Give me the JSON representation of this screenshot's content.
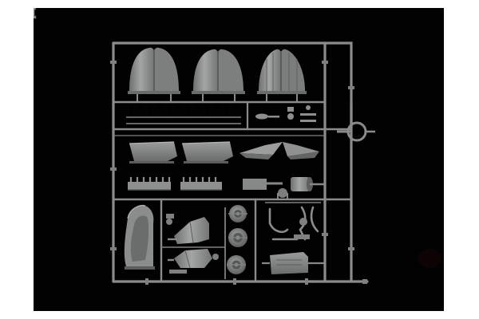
{
  "image": {
    "subject": "plastic-model-kit-sprue",
    "colors": {
      "page_background": "#ffffff",
      "photo_background": "#020202",
      "plastic": "#8f9190",
      "plastic_light": "#a9abaa",
      "plastic_dark": "#5f6160",
      "plastic_shadow": "#3d3f3e"
    },
    "parts": {
      "fairing_count": 3,
      "small_stud_count": 12,
      "wheel_count": 3
    }
  }
}
